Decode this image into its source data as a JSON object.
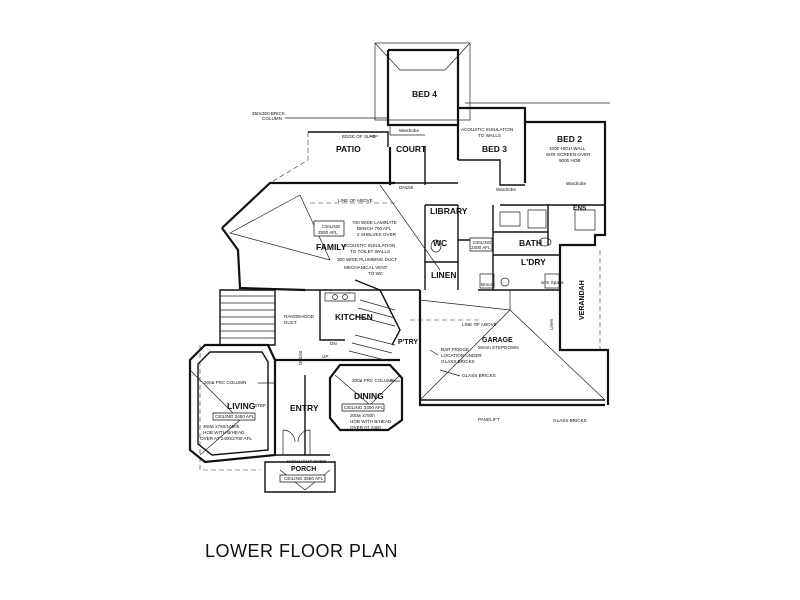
{
  "title": "LOWER FLOOR PLAN",
  "rooms": {
    "bed4": "BED 4",
    "bed3": "BED 3",
    "bed2": "BED 2",
    "patio": "PATIO",
    "court": "COURT",
    "library": "LIBRARY",
    "family": "FAMILY",
    "kitchen": "KITCHEN",
    "bath": "BATH",
    "ldry": "L'DRY",
    "linen": "LINEN",
    "wc": "WC",
    "ens": "ENS",
    "verandah": "VERANDAH",
    "garage": "GARAGE",
    "pantry": "P'TRY",
    "living": "LIVING",
    "entry": "ENTRY",
    "dining": "DINING",
    "porch": "PORCH",
    "linen_small": "Linen"
  },
  "notes": {
    "brick_column": "350x350 BRICK",
    "brick_column_2": "COLUMN",
    "edge_of_slab": "EDGE OF SLAB",
    "wardrobe_bed4": "Wardrobe",
    "acoustic_bed3_1": "ACOUSTIC INSULATION",
    "acoustic_bed3_2": "TO WALLS",
    "high_wall_1": "1000 HIGH WALL",
    "high_wall_2": "SHR SCREEN OVER",
    "high_wall_3": "900h HOB",
    "wardrobe_bed3": "Wardrobe",
    "wardrobe_bed2": "Wardrobe",
    "dn150": "DN150",
    "line_above_family": "LINE OF ABOVE",
    "ceiling_family_1": "CEILING",
    "ceiling_family_2": "2550 AFL",
    "laminate_1": "700 WIDE LAMINATE",
    "laminate_2": "BENCH 700 AFL",
    "laminate_3": "2 SHELVES OVER",
    "acoustic_wc_1": "ACOUSTIC INSULATION",
    "acoustic_wc_2": "TO TOILET WALLS",
    "plumbing_duct": "300 WIDE PLUMBING DUCT",
    "mech_vent_1": "MECHANICAL VENT",
    "mech_vent_2": "TO WC",
    "ceiling_bath_1": "CEILING",
    "ceiling_bath_2": "2400 AFL",
    "broom": "Broom",
    "wm_space": "w/m Space",
    "rangehood_1": "RANGEHOOD",
    "rangehood_2": "DUCT",
    "line_above_garage": "LINE OF ABOVE",
    "garage_step": "50mm STEPDOWN",
    "bar_fridge_1": "BAR FRIDGE",
    "bar_fridge_2": "LOCATION UNDER",
    "bar_fridge_3": "GLASS BRICKS",
    "glass_bricks_1": "GLASS BRICKS",
    "glass_bricks_2": "GLASS BRICKS",
    "panelift": "PANELIFT",
    "frc_col_living": "200ø FRC COLUMN",
    "frc_col_dining": "200ø FRC COLUMN",
    "ceiling_living": "CEILING 3450 AFL",
    "hob_living_1": "300w x750/1050h",
    "hob_living_2": "HOB WITH B/HEAD",
    "hob_living_3": "OVER AT 2400/2700 AFL",
    "ceiling_dining": "CEILING 3300 AFL",
    "hob_dining_1": "300w x750h",
    "hob_dining_2": "HOB WITH B/HEAD",
    "hob_dining_3": "OVER AT 2400",
    "step": "STEP",
    "highlight_1": "HIGHLIGHT OVER",
    "ceiling_porch": "CEILING 3550 AFL",
    "dn150_lower": "DN150",
    "up": "UP",
    "dn": "DN"
  }
}
